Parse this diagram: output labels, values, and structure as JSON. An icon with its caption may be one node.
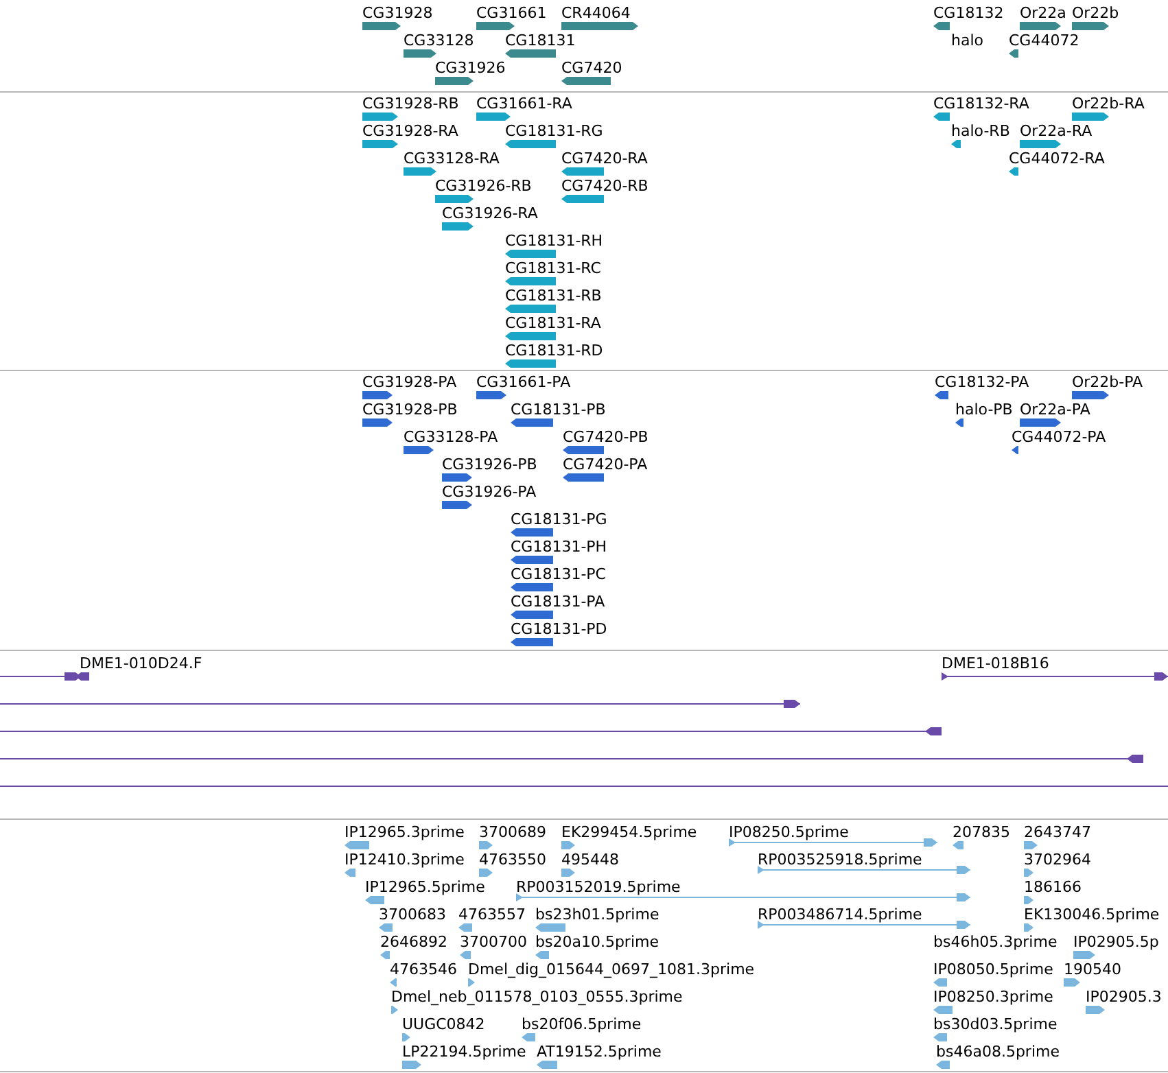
{
  "diagram": {
    "labels": [
      "CG31928",
      "CG31661",
      "CR44064",
      "CG33128",
      "CG18131",
      "CG31926",
      "CG7420",
      "CG18132",
      "Or22a",
      "Or22b",
      "halo",
      "CG44072",
      "CG31928-RB",
      "CG31661-RA",
      "CG31928-RA",
      "CG18131-RG",
      "CG33128-RA",
      "CG7420-RA",
      "CG31926-RB",
      "CG7420-RB",
      "CG31926-RA",
      "CG18131-RH",
      "CG18131-RC",
      "CG18131-RB",
      "CG18131-RA",
      "CG18131-RD",
      "CG18132-RA",
      "Or22b-RA",
      "halo-RB",
      "Or22a-RA",
      "CG44072-RA",
      "CG31928-PA",
      "CG31661-PA",
      "CG31928-PB",
      "CG18131-PB",
      "CG33128-PA",
      "CG7420-PB",
      "CG31926-PB",
      "CG7420-PA",
      "CG31926-PA",
      "CG18131-PG",
      "CG18131-PH",
      "CG18131-PC",
      "CG18131-PA",
      "CG18131-PD",
      "CG18132-PA",
      "Or22b-PA",
      "halo-PB",
      "Or22a-PA",
      "CG44072-PA",
      "DME1-010D24.F",
      "DME1-018B16",
      "IP12965.3prime",
      "3700689",
      "EK299454.5prime",
      "IP08250.5prime",
      "207835",
      "2643747",
      "IP12410.3prime",
      "4763550",
      "495448",
      "RP003525918.5prime",
      "3702964",
      "IP12965.5prime",
      "RP003152019.5prime",
      "186166",
      "3700683",
      "4763557",
      "bs23h01.5prime",
      "RP003486714.5prime",
      "EK130046.5prime",
      "2646892",
      "3700700",
      "bs20a10.5prime",
      "bs46h05.3prime",
      "IP02905.5p",
      "4763546",
      "Dmel_dig_015644_0697_1081.3prime",
      "IP08050.5prime",
      "190540",
      "Dmel_neb_011578_0103_0555.3prime",
      "IP08250.3prime",
      "IP02905.3",
      "UUGC0842",
      "bs20f06.5prime",
      "bs30d03.5prime",
      "LP22194.5prime",
      "AT19152.5prime",
      "bs46a08.5prime"
    ]
  }
}
